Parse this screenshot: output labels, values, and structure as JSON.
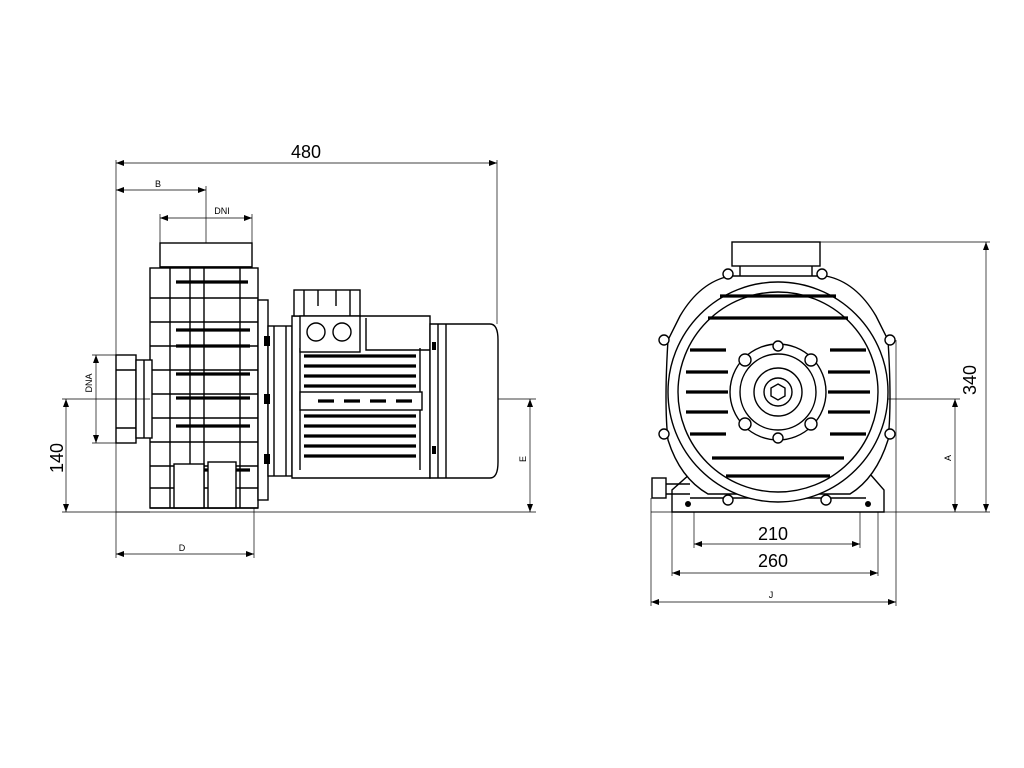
{
  "dimensions": {
    "overall_length": "480",
    "b": "B",
    "dni": "DNI",
    "dna": "DNA",
    "height_140": "140",
    "d": "D",
    "e": "E",
    "height_340": "340",
    "a": "A",
    "w_210": "210",
    "w_260": "260",
    "j": "J"
  }
}
